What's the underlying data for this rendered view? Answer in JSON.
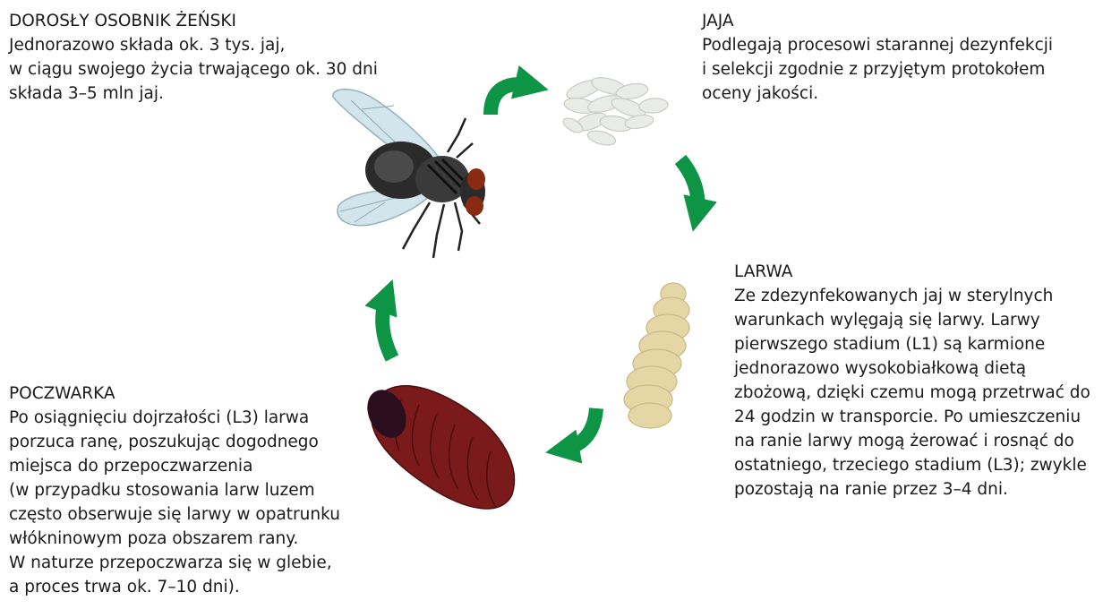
{
  "stages": {
    "adult": {
      "title": "DOROSŁY OSOBNIK ŻEŃSKI",
      "lines": [
        "Jednorazowo składa ok. 3 tys. jaj,",
        "w ciągu swojego życia trwającego ok. 30 dni",
        "składa 3–5 mln jaj."
      ]
    },
    "eggs": {
      "title": "JAJA",
      "lines": [
        "Podlegają procesowi starannej dezynfekcji",
        "i selekcji zgodnie z przyjętym protokołem",
        "oceny jakości."
      ]
    },
    "larva": {
      "title": "LARWA",
      "lines": [
        "Ze zdezynfekowanych jaj w sterylnych",
        "warunkach wylęgają się larwy. Larwy",
        "pierwszego stadium (L1) są karmione",
        "jednorazowo wysokobiałkową dietą",
        "zbożową, dzięki czemu mogą przetrwać do",
        "24 godzin w transporcie. Po umieszczeniu",
        "na ranie larwy mogą żerować i rosnąć do",
        "ostatniego, trzeciego stadium (L3); zwykle",
        "pozostają na ranie przez 3–4 dni."
      ]
    },
    "pupa": {
      "title": "POCZWARKA",
      "lines": [
        "Po osiągnięciu dojrzałości (L3) larwa",
        "porzuca ranę, poszukując dogodnego",
        "miejsca do przepoczwarzenia",
        "(w przypadku stosowania larw luzem",
        "często obserwuje się larwy w opatrunku",
        "włókninowym poza obszarem rany.",
        "W naturze przepoczwarza się w glebie,",
        "a proces trwa ok. 7–10 dni)."
      ]
    }
  },
  "colors": {
    "arrow": "#0d9445",
    "fly_body": "#2b2b2b",
    "fly_wing": "#cfe3ea",
    "fly_eye": "#8a2a10",
    "egg": "#e9ebe6",
    "larva": "#e5d6a6",
    "pupa": "#7b1a1a",
    "pupa_cap": "#2a0d1e"
  },
  "icons": [
    "fly-icon",
    "eggs-icon",
    "larva-icon",
    "pupa-icon",
    "cycle-arrow-icon"
  ]
}
